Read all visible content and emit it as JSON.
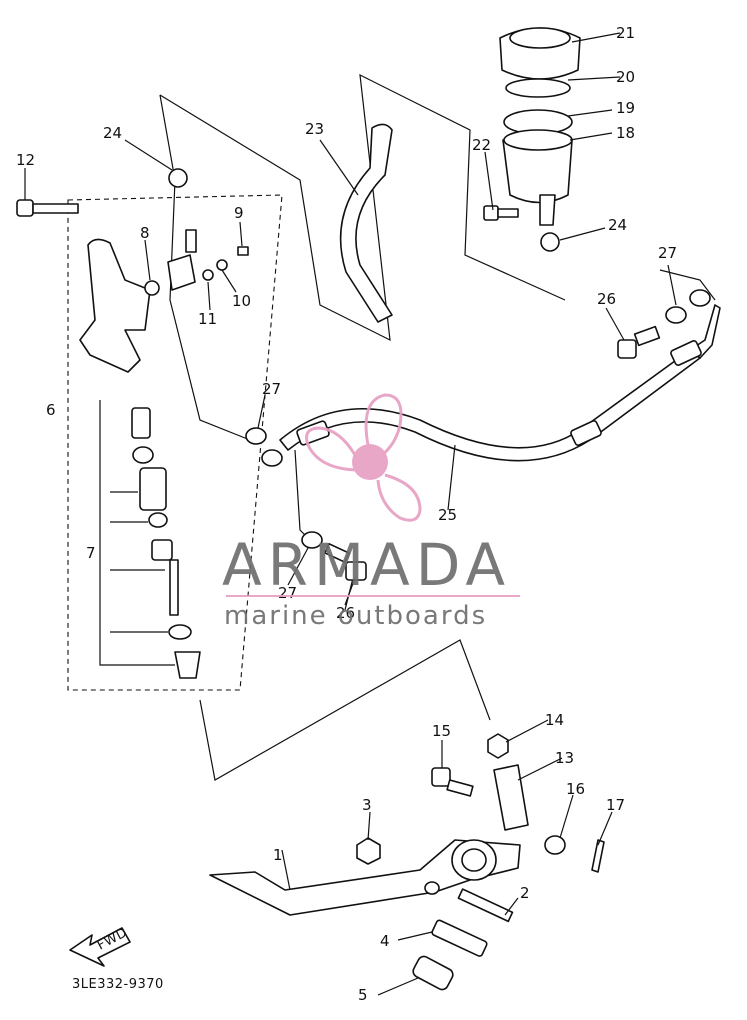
{
  "callouts": [
    "1",
    "2",
    "3",
    "4",
    "5",
    "6",
    "7",
    "8",
    "9",
    "10",
    "11",
    "12",
    "13",
    "14",
    "15",
    "16",
    "17",
    "18",
    "19",
    "20",
    "21",
    "22",
    "23",
    "24",
    "24",
    "25",
    "26",
    "26",
    "27",
    "27",
    "27"
  ],
  "drawing_code": "3LE332-9370",
  "fwd_label": "FWD",
  "watermark": {
    "brand": "ARMADA",
    "tagline": "marine outboards",
    "accent_color": "#e8a0c4",
    "text_color": "#6e6e6e"
  }
}
